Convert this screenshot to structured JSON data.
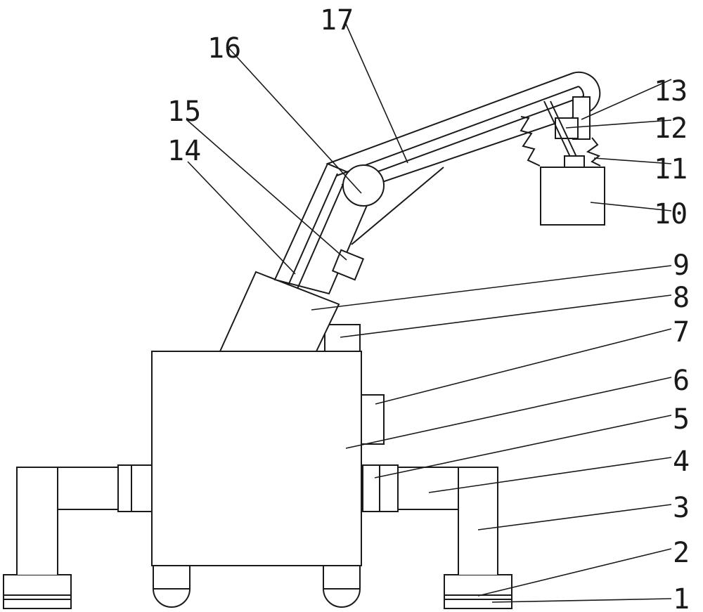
{
  "labels": [
    "1",
    "2",
    "3",
    "4",
    "5",
    "6",
    "7",
    "8",
    "9",
    "10",
    "11",
    "12",
    "13",
    "14",
    "15",
    "16",
    "17"
  ]
}
